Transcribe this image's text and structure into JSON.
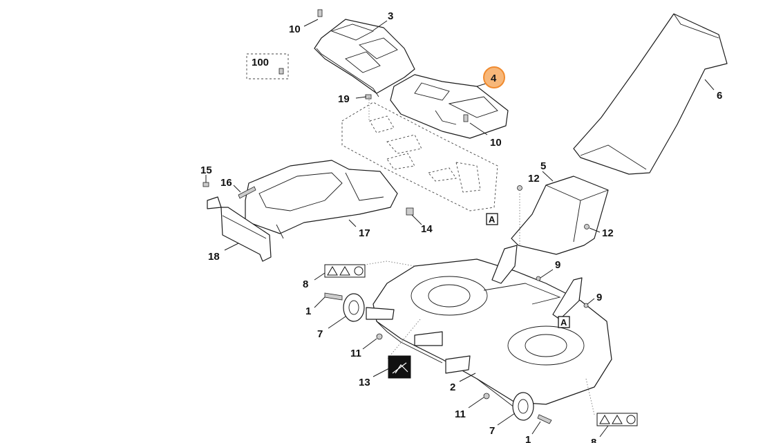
{
  "diagram": {
    "highlight_color": "#f08a2e",
    "callouts": [
      {
        "label": "10"
      },
      {
        "label": "3"
      },
      {
        "label": "100"
      },
      {
        "label": "4"
      },
      {
        "label": "19"
      },
      {
        "label": "10"
      },
      {
        "label": "6"
      },
      {
        "label": "15"
      },
      {
        "label": "16"
      },
      {
        "label": "5"
      },
      {
        "label": "12"
      },
      {
        "label": "14"
      },
      {
        "label": "17"
      },
      {
        "label": "12"
      },
      {
        "label": "18"
      },
      {
        "label": "9"
      },
      {
        "label": "8"
      },
      {
        "label": "9"
      },
      {
        "label": "1"
      },
      {
        "label": "7"
      },
      {
        "label": "11"
      },
      {
        "label": "13"
      },
      {
        "label": "2"
      },
      {
        "label": "11"
      },
      {
        "label": "7"
      },
      {
        "label": "1"
      },
      {
        "label": "8"
      }
    ],
    "reference_marks": [
      {
        "label": "A"
      },
      {
        "label": "A"
      }
    ],
    "highlighted_part": "4"
  }
}
